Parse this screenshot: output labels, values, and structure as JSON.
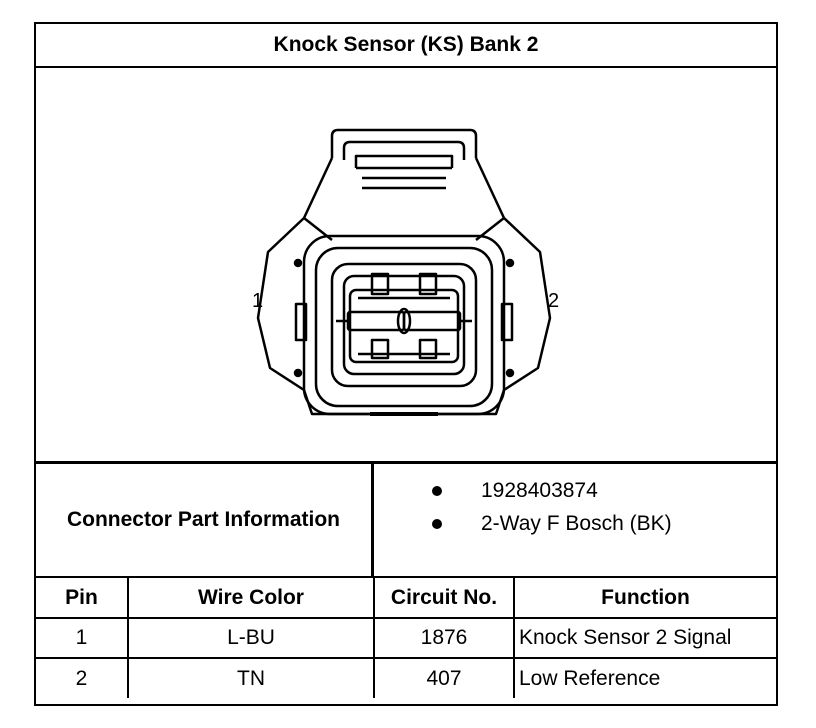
{
  "title": "Knock Sensor (KS) Bank 2",
  "diagram": {
    "pin_left_label": "1",
    "pin_right_label": "2"
  },
  "connector_info": {
    "label": "Connector Part Information",
    "items": [
      "1928403874",
      "2-Way F Bosch (BK)"
    ]
  },
  "table": {
    "headers": [
      "Pin",
      "Wire Color",
      "Circuit No.",
      "Function"
    ],
    "rows": [
      [
        "1",
        "L-BU",
        "1876",
        "Knock Sensor 2 Signal"
      ],
      [
        "2",
        "TN",
        "407",
        "Low Reference"
      ]
    ]
  }
}
